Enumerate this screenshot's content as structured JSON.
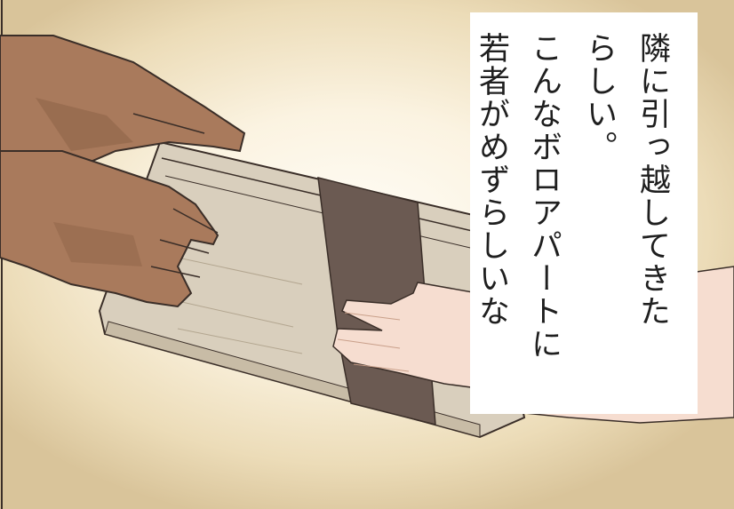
{
  "panel": {
    "caption_lines": [
      "隣に引っ越してきた",
      "らしい。",
      "こんなボロアパートに",
      "若者がめずらしいな"
    ]
  },
  "illustration": {
    "subject": "hands-passing-package",
    "colors": {
      "background_glow": "#fbf3e1",
      "background_edge": "#d9c49a",
      "left_skin": "#a97a5c",
      "right_skin": "#f5d9ca",
      "wrap_paper": "#d8cdb8",
      "band": "#6b5a52",
      "outline": "#3a2e28"
    }
  }
}
